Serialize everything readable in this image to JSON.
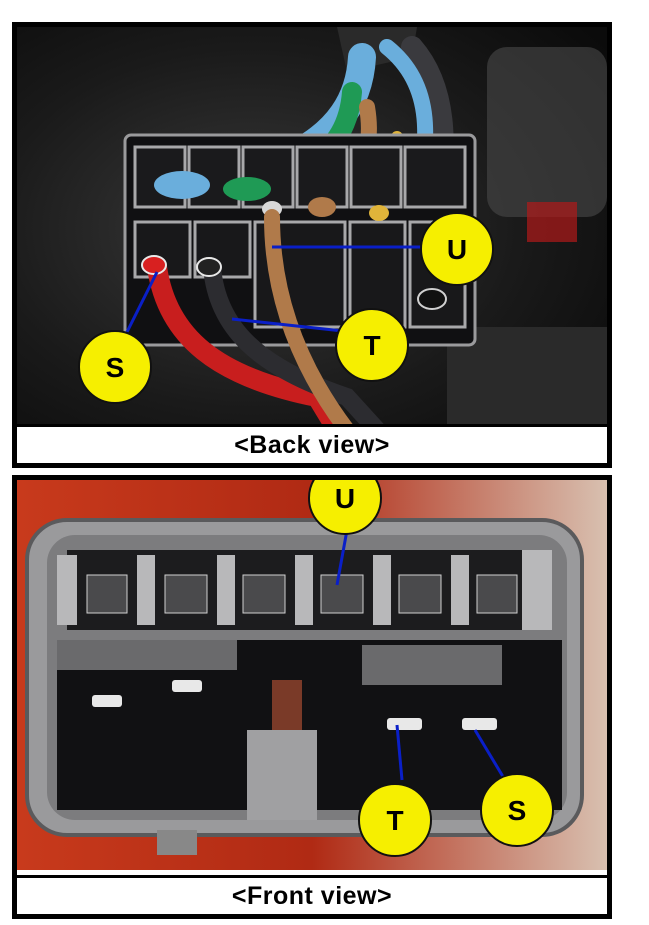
{
  "back_view": {
    "caption": "<Back view>",
    "callouts": {
      "u": "U",
      "t": "T",
      "s": "S"
    }
  },
  "front_view": {
    "caption": "<Front view>",
    "callouts": {
      "u": "U",
      "t": "T",
      "s": "S"
    }
  },
  "colors": {
    "callout_fill": "#f6ef00",
    "leader_line": "#0a1fc8",
    "wire_blue": "#6aaedc",
    "wire_green": "#1f9a55",
    "wire_brown": "#b07a4a",
    "wire_yellow": "#e0b43a",
    "wire_red": "#c81e1e",
    "wire_black": "#2c2c30",
    "connector_gray": "#8a8a8c"
  }
}
